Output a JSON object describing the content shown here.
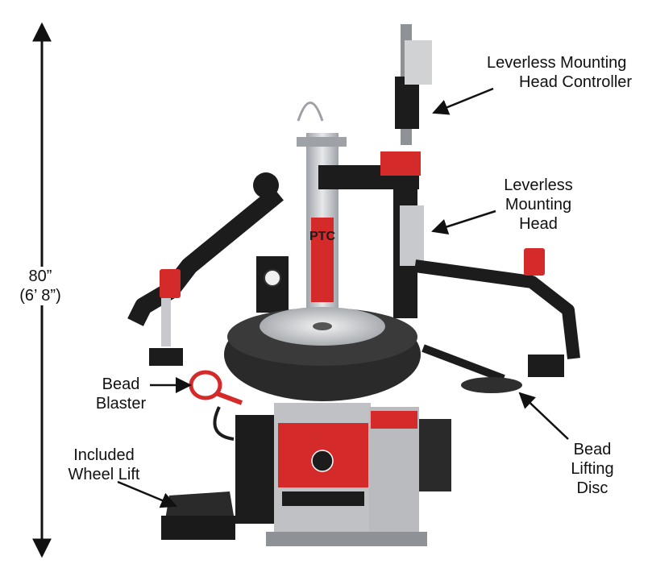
{
  "height_dimension": {
    "line1": "80”",
    "line2": "(6’ 8”)"
  },
  "machine": {
    "brand_text": "PTC"
  },
  "labels": {
    "mounting_head_controller": {
      "line1": "Leverless Mounting",
      "line2": "Head Controller"
    },
    "mounting_head": {
      "line1": "Leverless",
      "line2": "Mounting",
      "line3": "Head"
    },
    "bead_blaster": {
      "line1": "Bead",
      "line2": "Blaster"
    },
    "wheel_lift": {
      "line1": "Included",
      "line2": "Wheel Lift"
    },
    "bead_lifting_disc": {
      "line1": "Bead",
      "line2": "Lifting",
      "line3": "Disc"
    }
  },
  "colors": {
    "machine_red": "#d42a2a",
    "machine_black": "#1c1c1c",
    "machine_silver": "#c7c9cc",
    "tire": "#2a2a2a",
    "rim": "#d8dadd"
  }
}
